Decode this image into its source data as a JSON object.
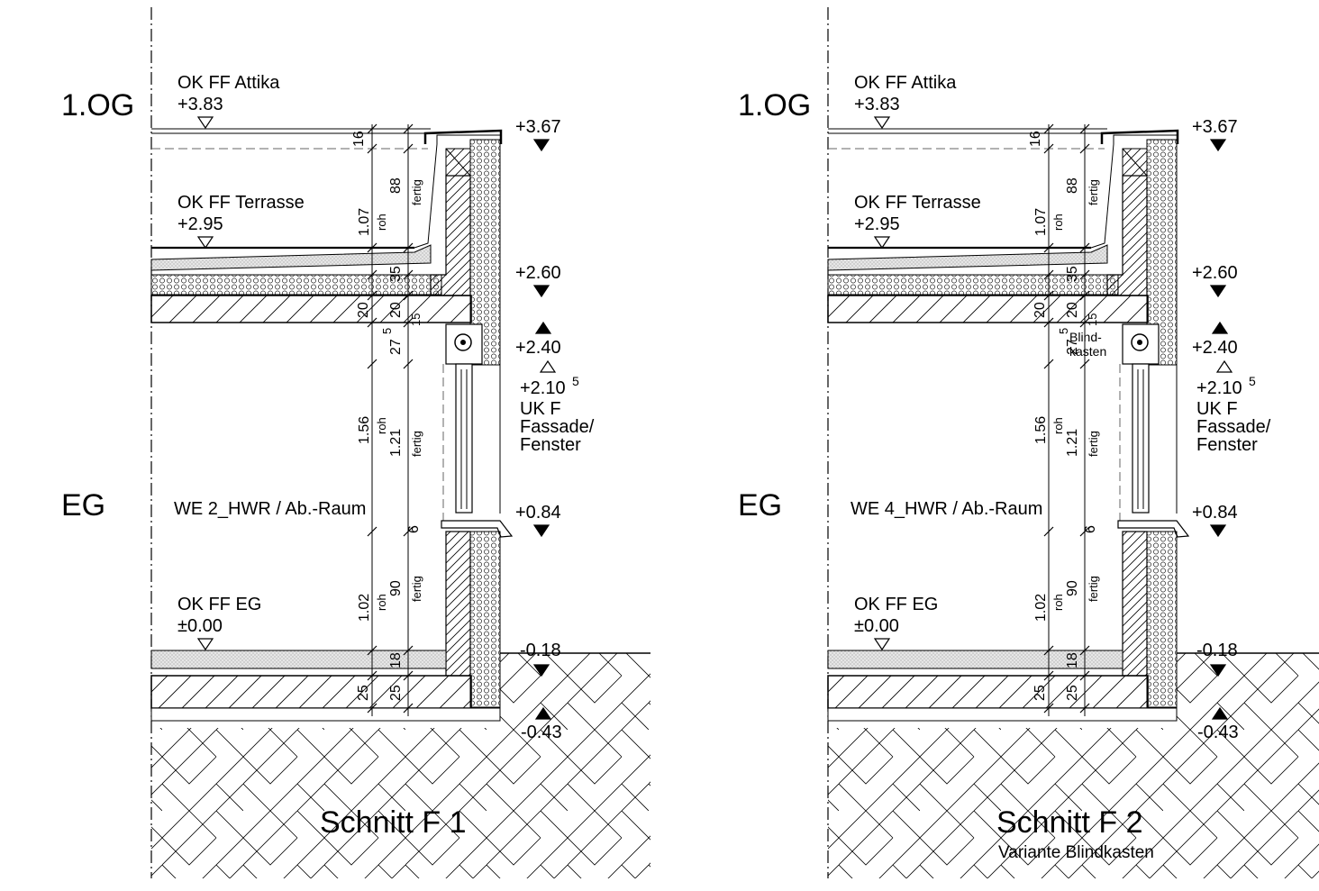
{
  "sections": [
    {
      "id": "F1",
      "floor_upper": "1.OG",
      "floor_lower": "EG",
      "attika_label": "OK FF Attika",
      "attika_value": "+3.83",
      "terrace_label": "OK FF Terrasse",
      "terrace_value": "+2.95",
      "eg_label": "OK FF EG",
      "eg_value": "±0.00",
      "room_label": "WE 2_HWR / Ab.-Raum",
      "title": "Schnitt F 1",
      "subtitle": "",
      "blindkasten_label": "",
      "levels": {
        "top": "+3.67",
        "slab": "+2.60",
        "lintel": "+2.40",
        "window_top_base": "+2.10",
        "window_top_sup": "5",
        "facade_note_1": "UK F",
        "facade_note_2": "Fassade/",
        "facade_note_3": "Fenster",
        "sill": "+0.84",
        "ground": "-0.18",
        "foundation": "-0.43"
      },
      "dims": {
        "d16": "16",
        "d88": "88",
        "fertig_a": "fertig",
        "d107": "1.07",
        "roh_a": "roh",
        "d35": "35",
        "d20a": "20",
        "d20b": "20",
        "d15": "15",
        "d27": "27",
        "d27_sup": "5",
        "d156": "1.56",
        "roh_b": "roh",
        "d121": "1.21",
        "fertig_b": "fertig",
        "d6": "6",
        "d102": "1.02",
        "roh_c": "roh",
        "d90": "90",
        "fertig_c": "fertig",
        "d18": "18",
        "d25a": "25",
        "d25b": "25"
      }
    },
    {
      "id": "F2",
      "floor_upper": "1.OG",
      "floor_lower": "EG",
      "attika_label": "OK FF Attika",
      "attika_value": "+3.83",
      "terrace_label": "OK FF Terrasse",
      "terrace_value": "+2.95",
      "eg_label": "OK FF EG",
      "eg_value": "±0.00",
      "room_label": "WE 4_HWR / Ab.-Raum",
      "title": "Schnitt F 2",
      "subtitle": "Variante Blindkasten",
      "blindkasten_label": "Blind-",
      "blindkasten_label_2": "kasten",
      "levels": {
        "top": "+3.67",
        "slab": "+2.60",
        "lintel": "+2.40",
        "window_top_base": "+2.10",
        "window_top_sup": "5",
        "facade_note_1": "UK F",
        "facade_note_2": "Fassade/",
        "facade_note_3": "Fenster",
        "sill": "+0.84",
        "ground": "-0.18",
        "foundation": "-0.43"
      },
      "dims": {
        "d16": "16",
        "d88": "88",
        "fertig_a": "fertig",
        "d107": "1.07",
        "roh_a": "roh",
        "d35": "35",
        "d20a": "20",
        "d20b": "20",
        "d15": "15",
        "d27": "27",
        "d27_sup": "5",
        "d156": "1.56",
        "roh_b": "roh",
        "d121": "1.21",
        "fertig_b": "fertig",
        "d6": "6",
        "d102": "1.02",
        "roh_c": "roh",
        "d90": "90",
        "fertig_c": "fertig",
        "d18": "18",
        "d25a": "25",
        "d25b": "25"
      }
    }
  ]
}
